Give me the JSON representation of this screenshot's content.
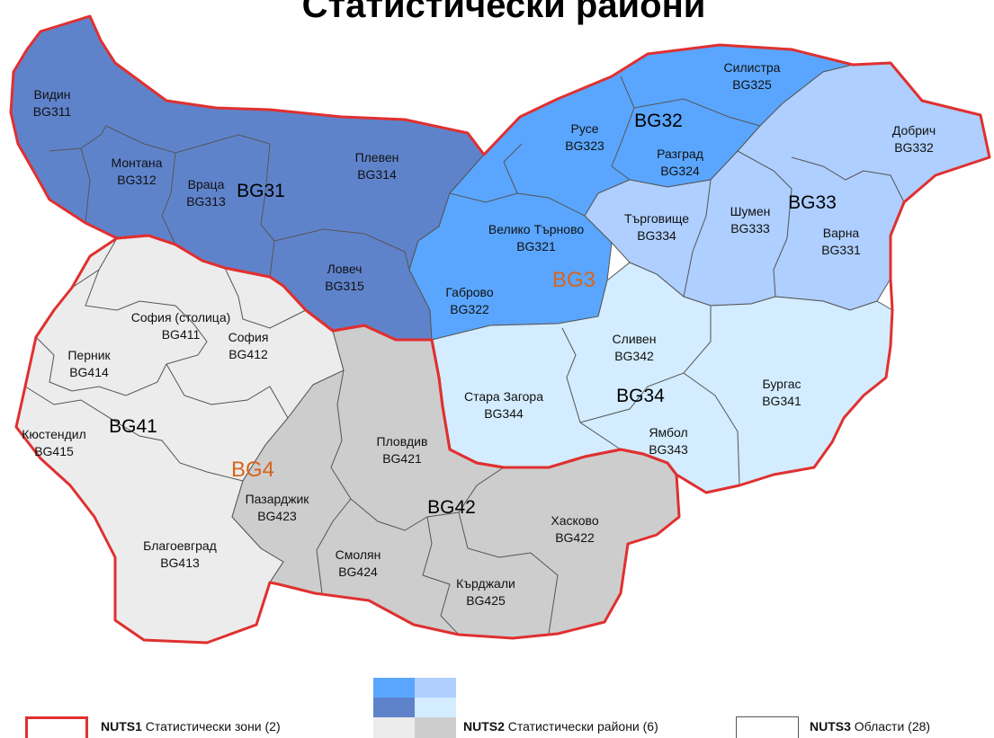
{
  "title": "Статистически райони",
  "colors": {
    "BG31": "#5f83cb",
    "BG32": "#5aa6ff",
    "BG33": "#aecfff",
    "BG34": "#d3ecff",
    "BG41": "#ececec",
    "BG42": "#cdcdcd",
    "nuts1_border": "#e03030",
    "nuts3_border": "#555555"
  },
  "nuts2_labels": {
    "BG31": "BG31",
    "BG32": "BG32",
    "BG33": "BG33",
    "BG34": "BG34",
    "BG41": "BG41",
    "BG42": "BG42"
  },
  "nuts1_labels": {
    "BG3": "BG3",
    "BG4": "BG4"
  },
  "oblasti": [
    {
      "name": "Видин",
      "code": "BG311"
    },
    {
      "name": "Монтана",
      "code": "BG312"
    },
    {
      "name": "Враца",
      "code": "BG313"
    },
    {
      "name": "Плевен",
      "code": "BG314"
    },
    {
      "name": "Ловеч",
      "code": "BG315"
    },
    {
      "name": "Велико Търново",
      "code": "BG321"
    },
    {
      "name": "Габрово",
      "code": "BG322"
    },
    {
      "name": "Русе",
      "code": "BG323"
    },
    {
      "name": "Разград",
      "code": "BG324"
    },
    {
      "name": "Силистра",
      "code": "BG325"
    },
    {
      "name": "Варна",
      "code": "BG331"
    },
    {
      "name": "Добрич",
      "code": "BG332"
    },
    {
      "name": "Шумен",
      "code": "BG333"
    },
    {
      "name": "Търговище",
      "code": "BG334"
    },
    {
      "name": "Бургас",
      "code": "BG341"
    },
    {
      "name": "Сливен",
      "code": "BG342"
    },
    {
      "name": "Ямбол",
      "code": "BG343"
    },
    {
      "name": "Стара Загора",
      "code": "BG344"
    },
    {
      "name": "София (столица)",
      "code": "BG411"
    },
    {
      "name": "София",
      "code": "BG412"
    },
    {
      "name": "Благоевград",
      "code": "BG413"
    },
    {
      "name": "Перник",
      "code": "BG414"
    },
    {
      "name": "Кюстендил",
      "code": "BG415"
    },
    {
      "name": "Пловдив",
      "code": "BG421"
    },
    {
      "name": "Хасково",
      "code": "BG422"
    },
    {
      "name": "Пазарджик",
      "code": "BG423"
    },
    {
      "name": "Смолян",
      "code": "BG424"
    },
    {
      "name": "Кърджали",
      "code": "BG425"
    }
  ],
  "legend": {
    "nuts1": {
      "key": "NUTS1",
      "text": "Статистически зони (2)"
    },
    "nuts2": {
      "key": "NUTS2",
      "text": "Статистически райони (6)"
    },
    "nuts3": {
      "key": "NUTS3",
      "text": "Области (28)"
    }
  }
}
